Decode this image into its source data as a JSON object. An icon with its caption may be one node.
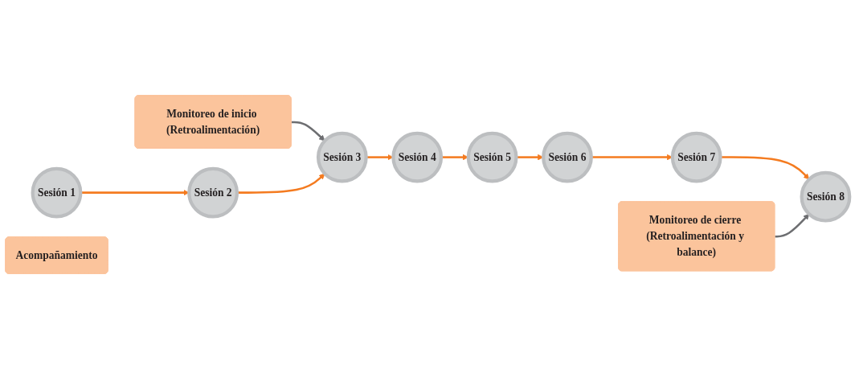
{
  "diagram": {
    "nodes": [
      {
        "text": [
          "Monitoreo de inicio (Retroalimentación)"
        ]
      },
      {
        "text": [
          "Sesión 1"
        ]
      },
      {
        "text": [
          "Sesión 2"
        ]
      },
      {
        "text": [
          "Sesión 3"
        ]
      },
      {
        "text": [
          "Sesión 4"
        ]
      },
      {
        "text": [
          "Sesión 5"
        ]
      },
      {
        "text": [
          "Sesión 6"
        ]
      },
      {
        "text": [
          "Sesión 7"
        ]
      },
      {
        "text": [
          "Sesión 8"
        ]
      },
      {
        "text": [
          "Monitoreo de cierre (Retroalimentación y balance)"
        ]
      },
      {
        "text": [
          "Acompañamiento"
        ]
      }
    ],
    "edges": [
      {
        "from": 0,
        "to": 3,
        "arrow": "to",
        "color": "#6d6e71"
      },
      {
        "from": 1,
        "to": 2,
        "arrow": "to"
      },
      {
        "from": 2,
        "to": 3,
        "arrow": "to"
      },
      {
        "from": 3,
        "to": 4,
        "arrow": "to"
      },
      {
        "from": 4,
        "to": 5,
        "arrow": "to"
      },
      {
        "from": 5,
        "to": 6,
        "arrow": "to"
      },
      {
        "from": 6,
        "to": 7,
        "arrow": "to"
      },
      {
        "from": 7,
        "to": 8,
        "arrow": "to"
      },
      {
        "from": 9,
        "to": 8,
        "arrow": "to",
        "color": "#6d6e71"
      }
    ]
  }
}
